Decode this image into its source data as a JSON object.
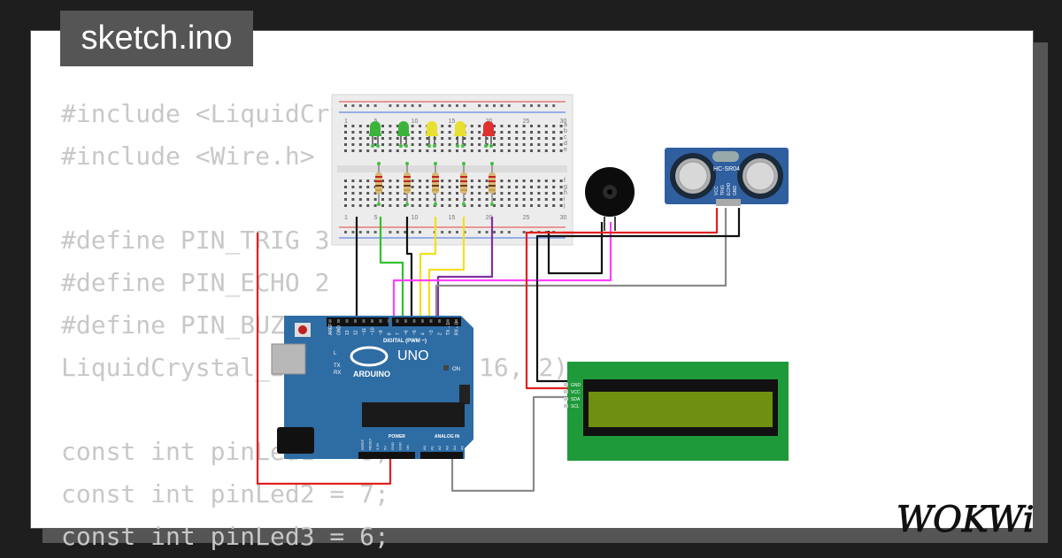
{
  "file_tab": {
    "label": "sketch.ino"
  },
  "code_lines": [
    "#include <LiquidCrystal_I2C.h>",
    "#include <Wire.h>",
    "",
    "#define PIN_TRIG 3",
    "#define PIN_ECHO 2",
    "#define PIN_BUZZER 4",
    "LiquidCrystal_I2C lcd(0x27, 16, 2);",
    "",
    "const int pinLed1 = 8;",
    "const int pinLed2 = 7;",
    "const int pinLed3 = 6;"
  ],
  "sensor": {
    "model": "HC-SR04",
    "pins": [
      "VCC",
      "TRIG",
      "ECHO",
      "GND"
    ]
  },
  "arduino": {
    "brand": "ARDUINO",
    "model": "UNO",
    "digital_label": "DIGITAL (PWM ~)",
    "power_label": "POWER",
    "analog_label": "ANALOG IN",
    "on_label": "ON",
    "l_label": "L",
    "tx_label": "TX",
    "rx_label": "RX",
    "digital_pins": [
      "AREF",
      "GND",
      "13",
      "12",
      "~11",
      "~10",
      "~9",
      "8",
      "7",
      "~6",
      "~5",
      "4",
      "~3",
      "2",
      "TX→1",
      "RX←0"
    ],
    "power_pins": [
      "IOREF",
      "RESET",
      "3.3V",
      "5V",
      "GND",
      "GND",
      "Vin"
    ],
    "analog_pins": [
      "A0",
      "A1",
      "A2",
      "A3",
      "A4",
      "A5"
    ]
  },
  "lcd": {
    "pins": [
      "GND",
      "VCC",
      "SDA",
      "SCL"
    ]
  },
  "breadboard": {
    "col_numbers": [
      "1",
      "5",
      "10",
      "15",
      "20",
      "25",
      "30"
    ],
    "row_letters": [
      "a",
      "b",
      "c",
      "d",
      "e",
      "f",
      "g",
      "h",
      "i",
      "j"
    ]
  },
  "leds": [
    {
      "color": "#3cb43c"
    },
    {
      "color": "#3cb43c"
    },
    {
      "color": "#e8e030"
    },
    {
      "color": "#e8e030"
    },
    {
      "color": "#e03030"
    }
  ],
  "colors": {
    "wire_red": "#e02020",
    "wire_black": "#111111",
    "wire_green": "#30c030",
    "wire_yellow": "#f0e020",
    "wire_purple": "#8030a0",
    "wire_magenta": "#ff40ff",
    "wire_gray": "#8a8a8a",
    "arduino_blue": "#2e6ca4",
    "lcd_green": "#1f9a3a",
    "lcd_screen": "#6f8f10",
    "sensor_blue": "#2f5f9f"
  },
  "logo": {
    "text": "WOKWi"
  }
}
